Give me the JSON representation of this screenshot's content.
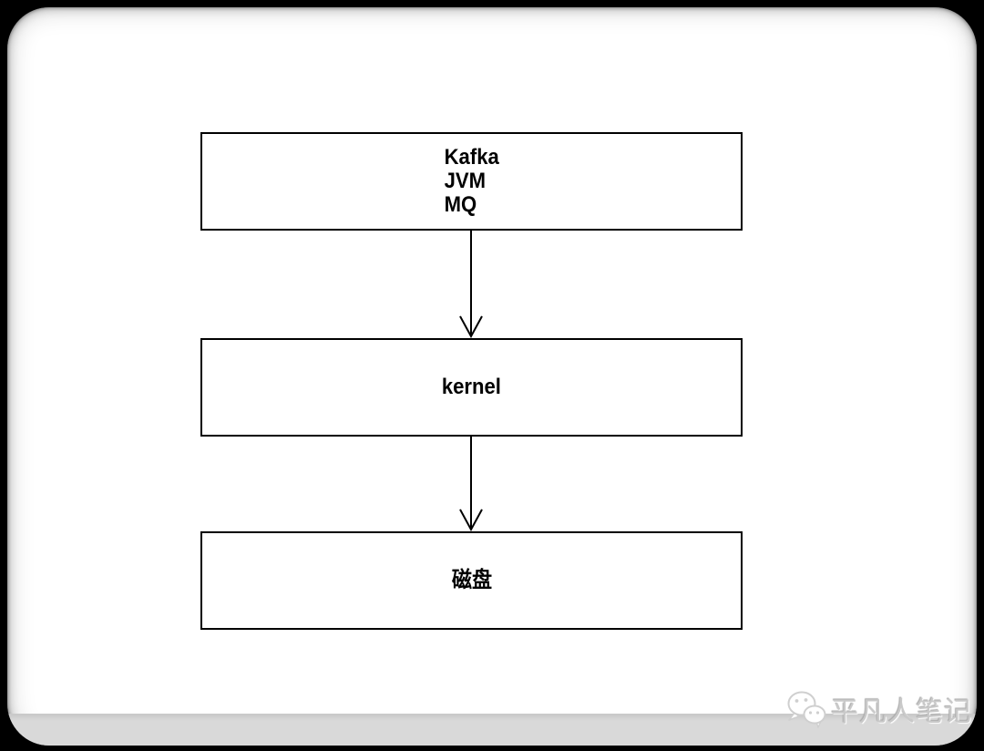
{
  "frame": {
    "background_color": "#000000",
    "canvas_color": "#ffffff",
    "bottom_band_color": "#d9d9d9"
  },
  "diagram": {
    "border_color": "#000000",
    "text_color": "#000000",
    "nodes": [
      {
        "id": "kafka",
        "lines": [
          "Kafka",
          "JVM",
          "MQ"
        ]
      },
      {
        "id": "kernel",
        "lines": [
          "kernel"
        ]
      },
      {
        "id": "disk",
        "lines": [
          "磁盘"
        ]
      }
    ],
    "edges": [
      {
        "from": "kafka",
        "to": "kernel",
        "style": "arrow-down"
      },
      {
        "from": "kernel",
        "to": "disk",
        "style": "arrow-down"
      }
    ]
  },
  "watermark": {
    "icon": "wechat-icon",
    "text": "平凡人笔记",
    "color": "#c9c9c9"
  }
}
